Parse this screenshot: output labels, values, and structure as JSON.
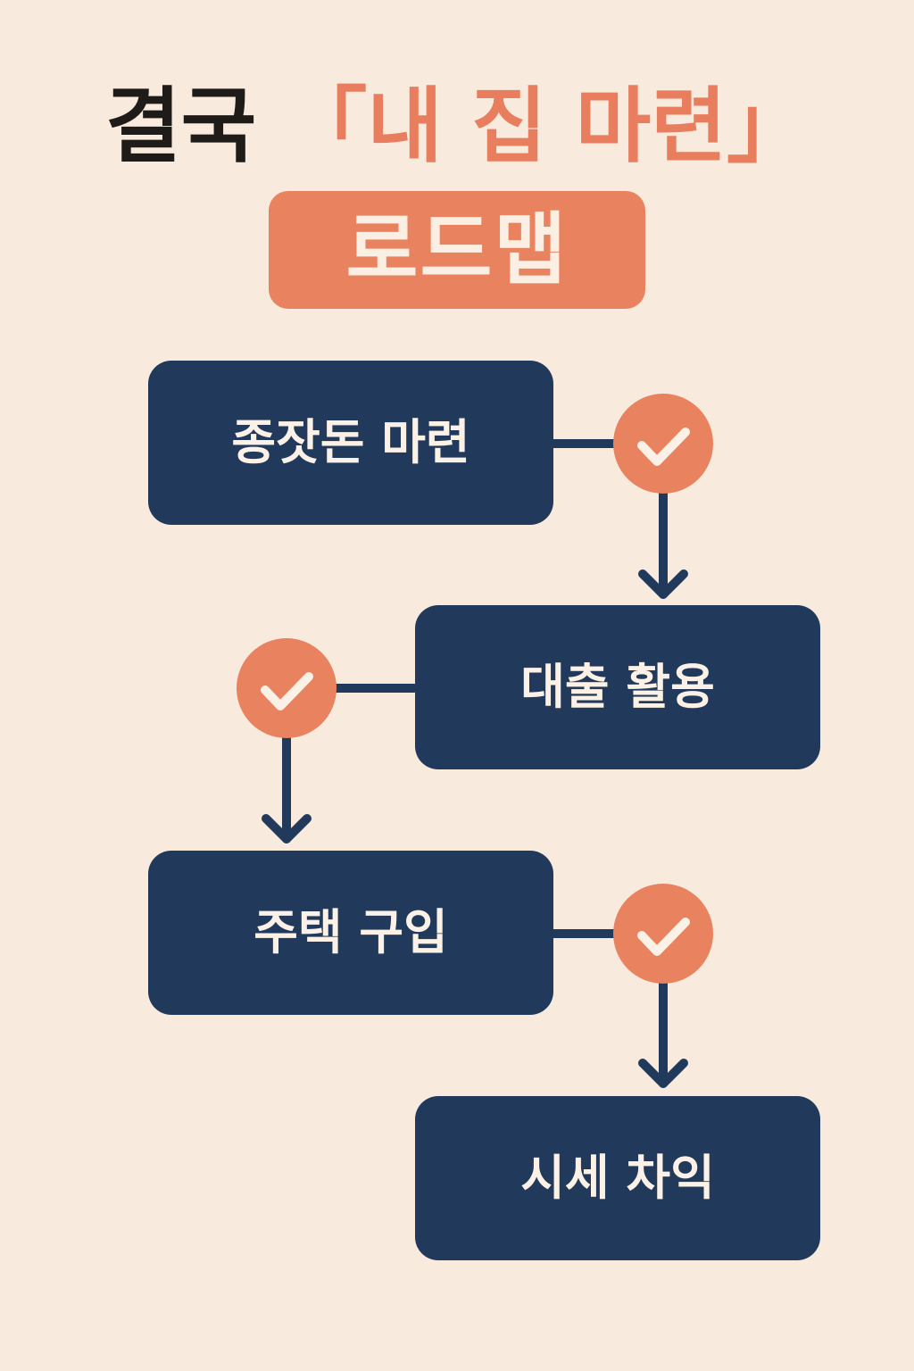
{
  "title": {
    "prefix": "결국",
    "highlight": "「내 집 마련」"
  },
  "subtitle": "로드맵",
  "steps": [
    {
      "label": "종잣돈 마련",
      "completed": true
    },
    {
      "label": "대출 활용",
      "completed": true
    },
    {
      "label": "주택 구입",
      "completed": true
    },
    {
      "label": "시세 차익",
      "completed": false
    }
  ],
  "colors": {
    "background": "#f8ebde",
    "accent": "#e9825f",
    "box": "#213a5c",
    "connector": "#213a5c",
    "check": "#fbf1e6"
  },
  "icons": {
    "done": "check-icon",
    "flow": "arrow-down-icon"
  }
}
